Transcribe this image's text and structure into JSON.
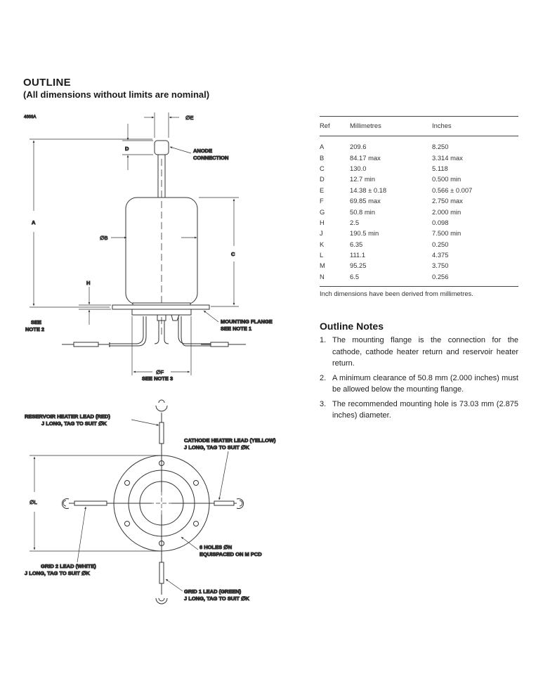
{
  "heading": {
    "title": "OUTLINE",
    "subtitle": "(All dimensions without limits are nominal)"
  },
  "drawing": {
    "drawing_number": "4666A",
    "labels": {
      "dia_e": "∅E",
      "d": "D",
      "anode_1": "ANODE",
      "anode_2": "CONNECTION",
      "a": "A",
      "dia_b": "∅B",
      "c": "C",
      "h": "H",
      "see_1": "SEE",
      "see_2": "NOTE 2",
      "flange_1": "MOUNTING FLANGE",
      "flange_2": "SEE NOTE 1",
      "dia_f": "∅F",
      "see_note3": "SEE NOTE 3",
      "res_1": "RESERVOIR HEATER LEAD (RED)",
      "res_2": "J LONG, TAG TO SUIT ∅K",
      "cath_1": "CATHODE HEATER LEAD (YELLOW)",
      "cath_2": "J LONG, TAG TO SUIT ∅K",
      "dia_l": "∅L",
      "holes_1": "6 HOLES ∅N",
      "holes_2": "EQUISPACED ON M PCD",
      "g2_1": "GRID 2 LEAD (WHITE)",
      "g2_2": "J LONG, TAG TO SUIT ∅K",
      "g1_1": "GRID 1 LEAD (GREEN)",
      "g1_2": "J LONG, TAG TO SUIT ∅K"
    }
  },
  "dimensions_table": {
    "headers": [
      "Ref",
      "Millimetres",
      "Inches"
    ],
    "rows": [
      [
        "A",
        "209.6",
        "8.250"
      ],
      [
        "B",
        "84.17 max",
        "3.314 max"
      ],
      [
        "C",
        "130.0",
        "5.118"
      ],
      [
        "D",
        "12.7 min",
        "0.500 min"
      ],
      [
        "E",
        "14.38 ± 0.18",
        "0.566 ± 0.007"
      ],
      [
        "F",
        "69.85 max",
        "2.750 max"
      ],
      [
        "G",
        "50.8 min",
        "2.000 min"
      ],
      [
        "H",
        "2.5",
        "0.098"
      ],
      [
        "J",
        "190.5 min",
        "7.500 min"
      ],
      [
        "K",
        "6.35",
        "0.250"
      ],
      [
        "L",
        "111.1",
        "4.375"
      ],
      [
        "M",
        "95.25",
        "3.750"
      ],
      [
        "N",
        "6.5",
        "0.256"
      ]
    ],
    "footnote": "Inch dimensions have been derived from millimetres."
  },
  "notes": {
    "heading": "Outline Notes",
    "items": [
      {
        "num": "1.",
        "text": "The mounting flange is the connection for the cathode, cathode heater return and reservoir heater return."
      },
      {
        "num": "2.",
        "text": "A minimum clearance of 50.8 mm (2.000 inches) must be allowed below the mounting flange."
      },
      {
        "num": "3.",
        "text": "The recommended mounting hole is 73.03 mm (2.875 inches) diameter."
      }
    ]
  }
}
